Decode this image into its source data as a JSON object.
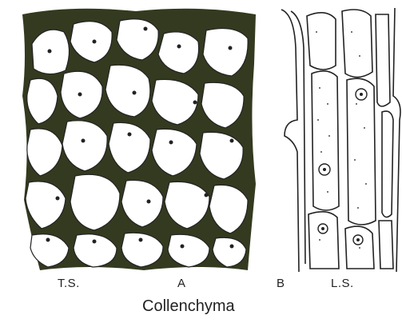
{
  "labels": {
    "ts": "T.S.",
    "a": "A",
    "b": "B",
    "ls": "L.S."
  },
  "caption": "Collenchyma",
  "colors": {
    "wall": "#333a1f",
    "cell": "#ffffff",
    "ink": "#222222",
    "stipple": "#4a4f3a"
  }
}
